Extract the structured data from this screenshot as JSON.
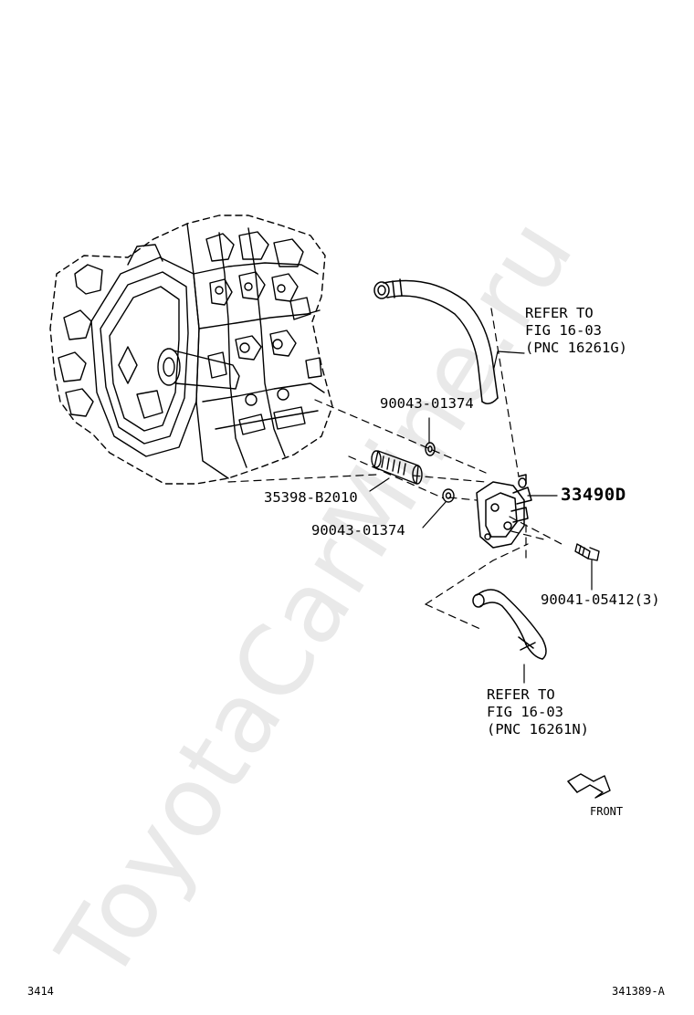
{
  "watermark": "ToyotaCarMine.ru",
  "labels": {
    "refer_top": [
      "REFER TO",
      "FIG 16-03",
      "(PNC 16261G)"
    ],
    "refer_bottom": [
      "REFER TO",
      "FIG 16-03",
      "(PNC 16261N)"
    ],
    "gasket_upper": "90043-01374",
    "gasket_lower": "90043-01374",
    "strainer": "35398-B2010",
    "cooler": "33490D",
    "bolt": "90041-05412(3)",
    "front": "FRONT"
  },
  "footer": {
    "page_ref": "3414",
    "fig_ref": "341389-A"
  }
}
